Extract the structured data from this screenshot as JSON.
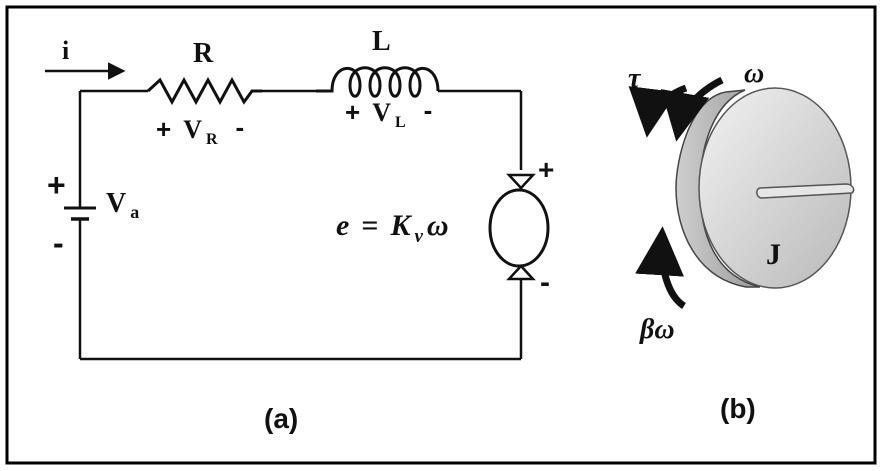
{
  "circuit": {
    "current_label": "i",
    "resistor_label": "R",
    "inductor_label": "L",
    "resistor_voltage": {
      "plus": "+",
      "main": "V",
      "sub": "R",
      "minus": "-"
    },
    "inductor_voltage": {
      "plus": "+",
      "main": "V",
      "sub": "L",
      "minus": "-"
    },
    "source_voltage": {
      "plus": "+",
      "main": "V",
      "sub": "a",
      "minus": "-"
    },
    "motor_plus": "+",
    "motor_minus": "-",
    "back_emf": {
      "e": "e",
      "equals": "=",
      "K": "K",
      "sub": "v",
      "omega": "ω"
    },
    "caption": "(a)"
  },
  "rotor": {
    "torque_label": "τ",
    "speed_label": "ω",
    "inertia_label": "J",
    "friction_label": "βω",
    "caption": "(b)"
  }
}
